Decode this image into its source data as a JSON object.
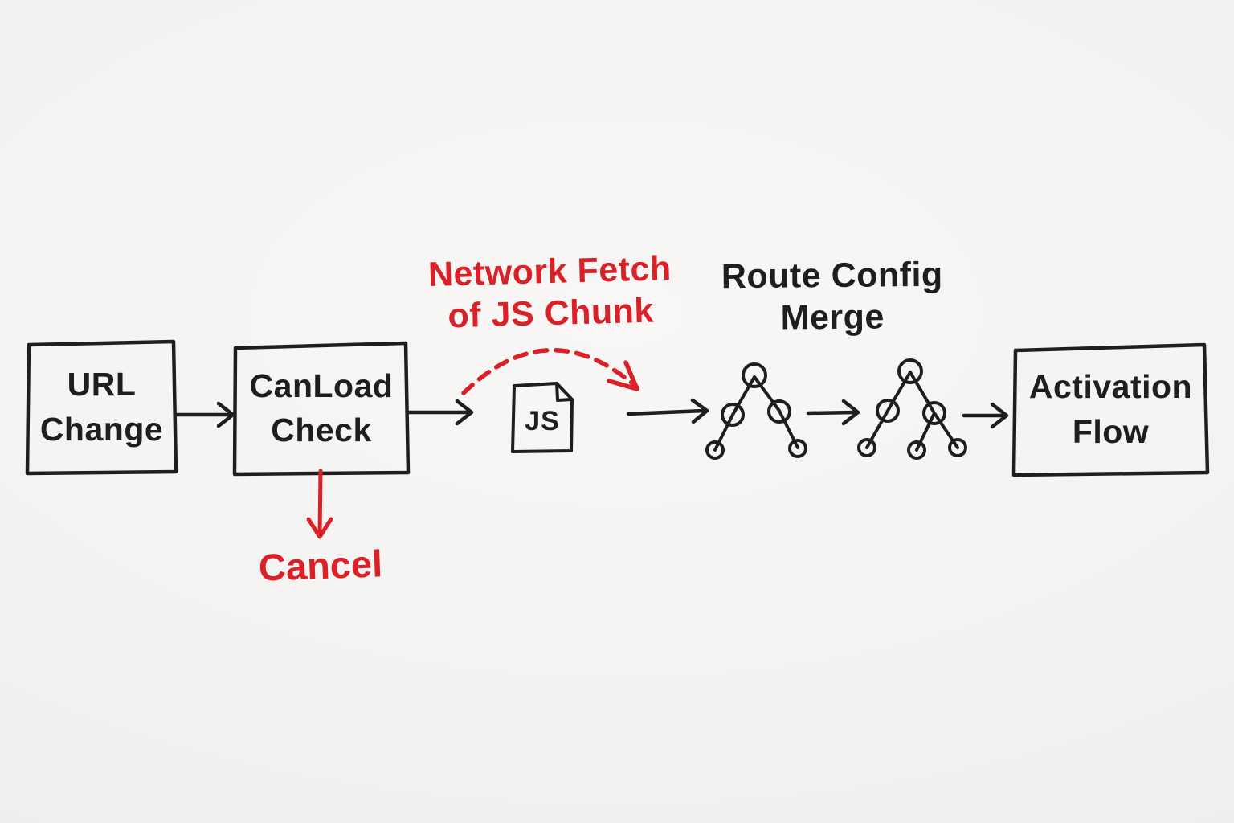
{
  "colors": {
    "ink": "#1e1e1e",
    "red": "#d92127",
    "background_center": "#f8f7f6",
    "background_edge": "#ebebe9"
  },
  "flow": {
    "boxes": [
      {
        "id": "url-change",
        "lines": [
          "URL",
          "Change"
        ]
      },
      {
        "id": "canload-check",
        "lines": [
          "CanLoad",
          "Check"
        ]
      },
      {
        "id": "activation-flow",
        "lines": [
          "Activation",
          "Flow"
        ]
      }
    ],
    "js_file": {
      "label": "JS"
    },
    "annotations": {
      "network_fetch": {
        "lines": [
          "Network Fetch",
          "of JS Chunk"
        ]
      },
      "route_config": {
        "lines": [
          "Route Config",
          "Merge"
        ]
      },
      "cancel": {
        "text": "Cancel"
      }
    }
  }
}
